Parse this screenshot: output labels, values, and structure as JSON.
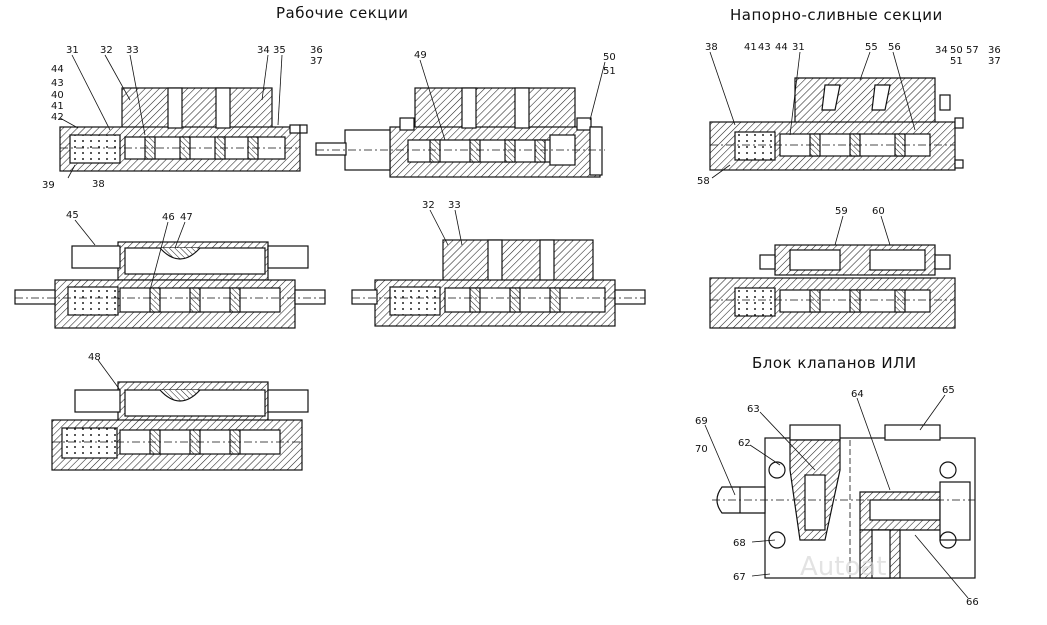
{
  "titles": {
    "working_sections": "Рабочие секции",
    "pressure_drain_sections": "Напорно-сливные секции",
    "valve_block": "Блок клапанов ИЛИ"
  },
  "callouts": {
    "a31": "31",
    "a32": "32",
    "a33": "33",
    "a34": "34",
    "a35": "35",
    "a36": "36",
    "a37": "37",
    "a44": "44",
    "a43": "43",
    "a40": "40",
    "a41": "41",
    "a42": "42",
    "a39": "39",
    "a38": "38",
    "b49": "49",
    "b50": "50",
    "b51": "51",
    "c45": "45",
    "c46": "46",
    "c47": "47",
    "d32": "32",
    "d33": "33",
    "e48": "48",
    "f38": "38",
    "f41": "41",
    "f43": "43",
    "f44": "44",
    "f31": "31",
    "f55": "55",
    "f56": "56",
    "f34": "34",
    "f50": "50",
    "f51": "51",
    "f57": "57",
    "f36": "36",
    "f37": "37",
    "f58": "58",
    "g59": "59",
    "g60": "60",
    "h63": "63",
    "h64": "64",
    "h65": "65",
    "h69": "69",
    "h70": "70",
    "h62": "62",
    "h68": "68",
    "h67": "67",
    "h66": "66"
  },
  "watermark": "Autoat"
}
